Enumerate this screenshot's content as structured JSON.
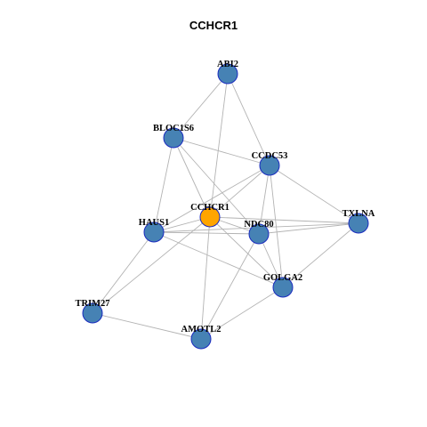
{
  "title": "CCHCR1",
  "colors": {
    "center_node": "#FFA500",
    "neighbor_node": "#4682B4",
    "node_border": "#1A2BBF",
    "edge": "#B3B3B3"
  },
  "network": {
    "center": "CCHCR1",
    "nodes": [
      {
        "id": "ABI2",
        "label": "ABI2",
        "role": "neighbor"
      },
      {
        "id": "BLOC1S6",
        "label": "BLOC1S6",
        "role": "neighbor"
      },
      {
        "id": "CCDC53",
        "label": "CCDC53",
        "role": "neighbor"
      },
      {
        "id": "CCHCR1",
        "label": "CCHCR1",
        "role": "center"
      },
      {
        "id": "HAUS1",
        "label": "HAUS1",
        "role": "neighbor"
      },
      {
        "id": "NDC80",
        "label": "NDC80",
        "role": "neighbor"
      },
      {
        "id": "TXLNA",
        "label": "TXLNA",
        "role": "neighbor"
      },
      {
        "id": "GOLGA2",
        "label": "GOLGA2",
        "role": "neighbor"
      },
      {
        "id": "TRIM27",
        "label": "TRIM27",
        "role": "neighbor"
      },
      {
        "id": "AMOTL2",
        "label": "AMOTL2",
        "role": "neighbor"
      }
    ],
    "edges": [
      [
        "ABI2",
        "BLOC1S6"
      ],
      [
        "ABI2",
        "CCDC53"
      ],
      [
        "ABI2",
        "CCHCR1"
      ],
      [
        "BLOC1S6",
        "CCDC53"
      ],
      [
        "BLOC1S6",
        "CCHCR1"
      ],
      [
        "BLOC1S6",
        "HAUS1"
      ],
      [
        "BLOC1S6",
        "NDC80"
      ],
      [
        "CCDC53",
        "CCHCR1"
      ],
      [
        "CCDC53",
        "HAUS1"
      ],
      [
        "CCDC53",
        "NDC80"
      ],
      [
        "CCDC53",
        "TXLNA"
      ],
      [
        "CCDC53",
        "GOLGA2"
      ],
      [
        "CCHCR1",
        "HAUS1"
      ],
      [
        "CCHCR1",
        "NDC80"
      ],
      [
        "CCHCR1",
        "TXLNA"
      ],
      [
        "CCHCR1",
        "GOLGA2"
      ],
      [
        "CCHCR1",
        "TRIM27"
      ],
      [
        "CCHCR1",
        "AMOTL2"
      ],
      [
        "HAUS1",
        "NDC80"
      ],
      [
        "HAUS1",
        "TXLNA"
      ],
      [
        "HAUS1",
        "GOLGA2"
      ],
      [
        "HAUS1",
        "TRIM27"
      ],
      [
        "NDC80",
        "TXLNA"
      ],
      [
        "NDC80",
        "GOLGA2"
      ],
      [
        "NDC80",
        "AMOTL2"
      ],
      [
        "TXLNA",
        "GOLGA2"
      ],
      [
        "GOLGA2",
        "AMOTL2"
      ],
      [
        "TRIM27",
        "AMOTL2"
      ]
    ]
  }
}
